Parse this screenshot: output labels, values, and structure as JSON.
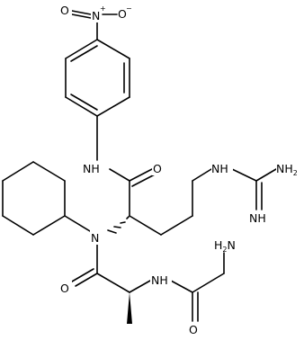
{
  "atoms": {
    "nitro_o_top": "O",
    "nitro_n": "N",
    "nitro_o_right": "O",
    "anilide_nh": "NH",
    "carbonyl_o_1": "O",
    "guan_nh_1": "NH",
    "guan_nh2": "NH",
    "guan_nh2_sub": "2",
    "guan_imine": "NH",
    "tert_n": "N",
    "carbonyl_o_2": "O",
    "amide_nh": "NH",
    "gly_nh2": "H",
    "gly_nh2_sub": "2",
    "gly_nh2_n": "N",
    "carbonyl_o_3": "O"
  },
  "charges": {
    "nitro_n_plus": "+",
    "nitro_o_minus": "−"
  }
}
